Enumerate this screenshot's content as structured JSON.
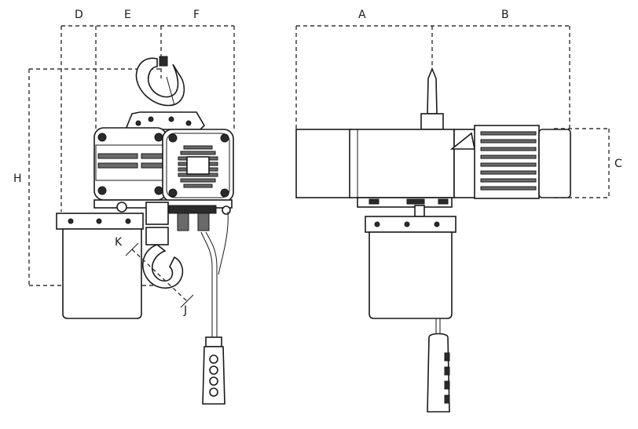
{
  "diagram": {
    "dimension_labels": {
      "A": "A",
      "B": "B",
      "C": "C",
      "D": "D",
      "E": "E",
      "F": "F",
      "H": "H",
      "J": "J",
      "K": "K"
    }
  }
}
